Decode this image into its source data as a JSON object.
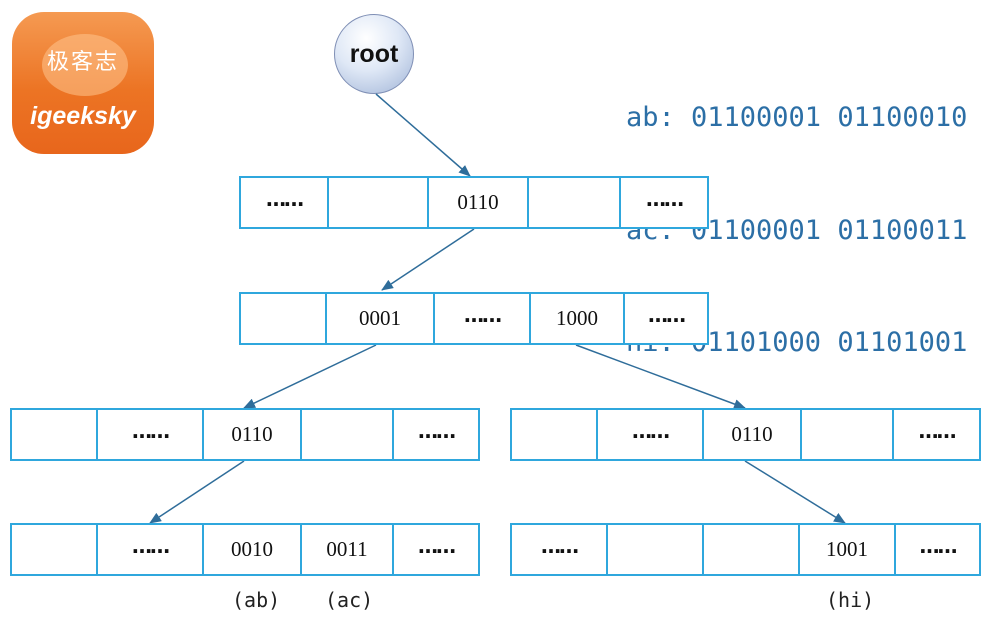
{
  "logo": {
    "chinese": "极客志",
    "english": "igeeksky"
  },
  "root": {
    "label": "root"
  },
  "codes": [
    "ab: 01100001 01100010",
    "ac: 01100001 01100011",
    "hi: 01101000 01101001"
  ],
  "nodes": {
    "level1": [
      "……",
      "",
      "0110",
      "",
      "……"
    ],
    "level2": [
      "",
      "0001",
      "……",
      "1000",
      "……"
    ],
    "level3_left": [
      "",
      "……",
      "0110",
      "",
      "……"
    ],
    "level3_right": [
      "",
      "……",
      "0110",
      "",
      "……"
    ],
    "level4_left": [
      "",
      "……",
      "0010",
      "0011",
      "……"
    ],
    "level4_right": [
      "……",
      "",
      "",
      "1001",
      "……"
    ]
  },
  "labels": {
    "ab": "(ab)",
    "ac": "(ac)",
    "hi": "(hi)"
  },
  "colors": {
    "node_border": "#2fa7dd",
    "arrow": "#2f6d9a",
    "code_text": "#2c6fa6",
    "logo_orange": "#ec7424"
  }
}
